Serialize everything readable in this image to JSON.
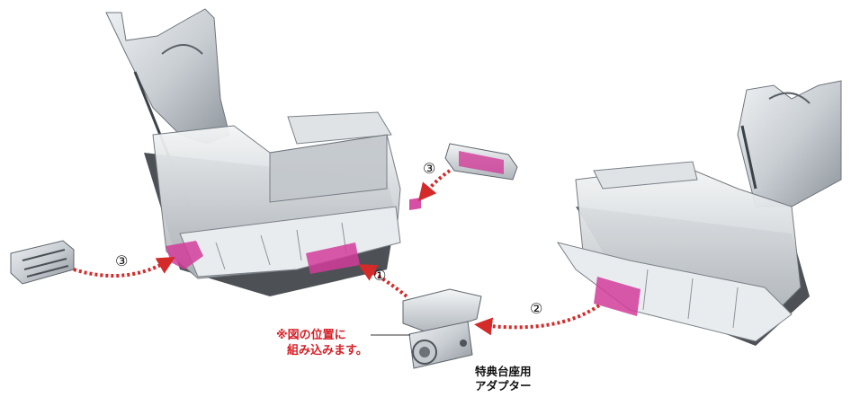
{
  "steps": {
    "step1": "①",
    "step2": "②",
    "step3_left": "③",
    "step3_right": "③"
  },
  "note": {
    "line1": "※図の位置に",
    "line2": "組み込みます。"
  },
  "adapter_caption": {
    "line1": "特典台座用",
    "line2": "アダプター"
  },
  "colors": {
    "arrow": "#d42a2a",
    "highlight": "#d23c9a",
    "note_text": "#d81f26"
  }
}
